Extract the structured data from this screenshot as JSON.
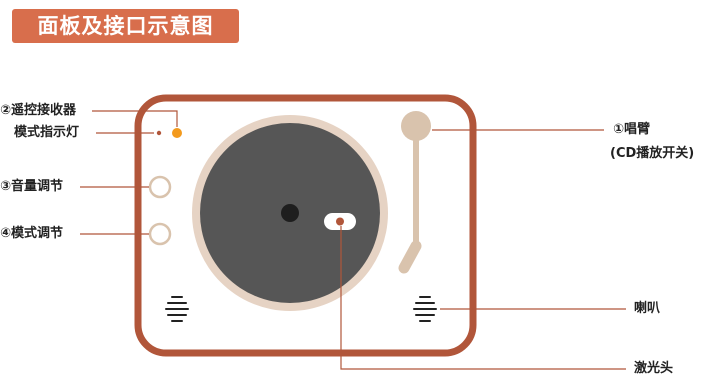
{
  "title": "面板及接口示意图",
  "labels": {
    "remote_receiver": "②遥控接收器",
    "mode_indicator": "模式指示灯",
    "volume": "③音量调节",
    "mode_adjust": "④模式调节",
    "tonearm_line1": "①唱臂",
    "tonearm_line2": "(CD播放开关)",
    "speaker": "喇叭",
    "laser_head": "激光头"
  },
  "colors": {
    "title_bg": "#d86e4c",
    "frame": "#b1563a",
    "record_rim": "#e6d3c4",
    "record": "#565656",
    "tonearm": "#d9c3ad",
    "indicator": "#f39a1d",
    "leader_line": "#b1563a"
  }
}
